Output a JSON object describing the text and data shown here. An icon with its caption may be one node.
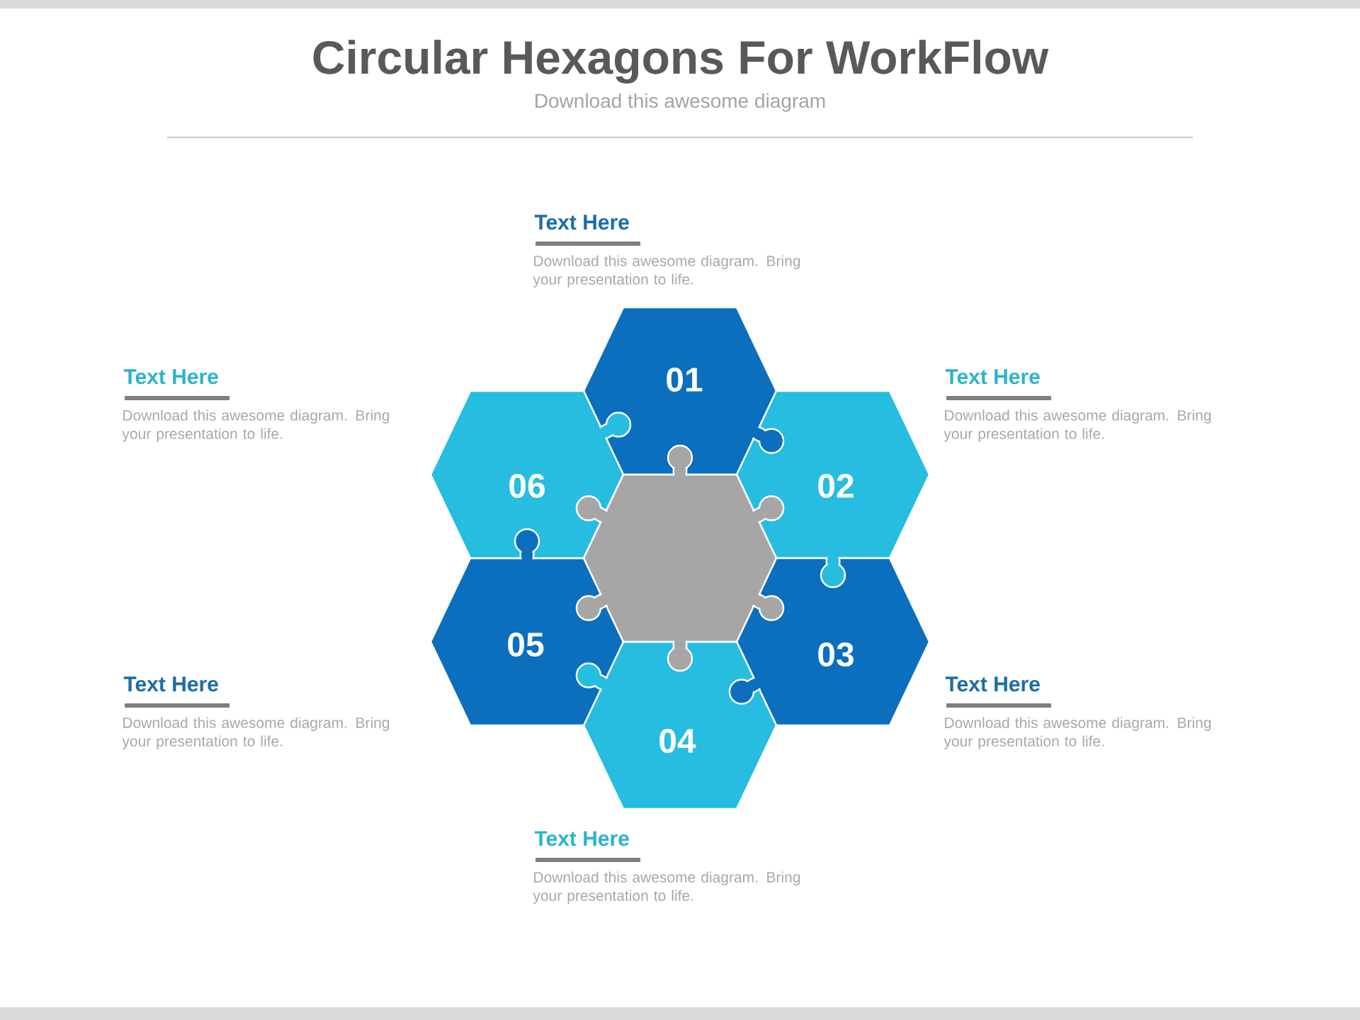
{
  "diagram": {
    "title": "Circular Hexagons For WorkFlow",
    "nodes": [
      {
        "text": [
          "01"
        ],
        "beside": [
          "Text Here",
          "Download this awesome diagram. Bring your presentation to life."
        ]
      },
      {
        "text": [
          "02"
        ],
        "beside": [
          "Text Here",
          "Download this awesome diagram. Bring your presentation to life."
        ]
      },
      {
        "text": [
          "03"
        ],
        "beside": [
          "Text Here",
          "Download this awesome diagram. Bring your presentation to life."
        ]
      },
      {
        "text": [
          "04"
        ],
        "beside": [
          "Text Here",
          "Download this awesome diagram. Bring your presentation to life."
        ]
      },
      {
        "text": [
          "05"
        ],
        "beside": [
          "Text Here",
          "Download this awesome diagram. Bring your presentation to life."
        ]
      },
      {
        "text": [
          "06"
        ],
        "beside": [
          "Text Here",
          "Download this awesome diagram. Bring your presentation to life."
        ]
      },
      {
        "text": [],
        "shape": "hexagon"
      }
    ],
    "labels": [
      "Download this awesome diagram"
    ]
  }
}
